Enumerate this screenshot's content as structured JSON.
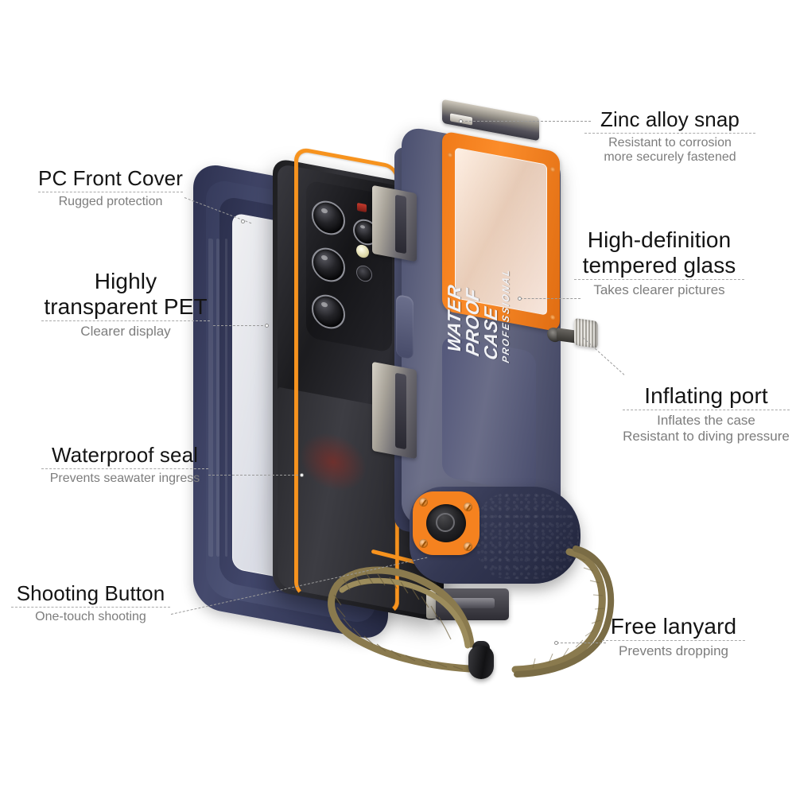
{
  "product": {
    "brand_logo": {
      "line1": "WATER",
      "line2": "PROOF",
      "line3": "CASE",
      "line4": "PROFESSIONAL"
    },
    "colors": {
      "case_navy": "#6d7089",
      "case_navy_dark": "#2d3150",
      "accent_orange": "#f5821f",
      "seal_orange": "#f7931e",
      "metal_silver": "#cfc9bd",
      "lanyard_khaki": "#8a7a4e",
      "phone_black": "#1d1d1f",
      "title_text": "#141414",
      "sub_text": "#7d7d7d",
      "leader_line": "#9a9a9a",
      "background": "#ffffff"
    }
  },
  "callouts": [
    {
      "id": "zinc-alloy-snap",
      "title": "Zinc alloy snap",
      "sub": "Resistant to corrosion\nmore securely fastened"
    },
    {
      "id": "high-definition-tempered-glass",
      "title": "High-definition\ntempered glass",
      "sub": "Takes clearer pictures"
    },
    {
      "id": "inflating-port",
      "title": "Inflating port",
      "sub": "Inflates the case\nResistant to diving pressure"
    },
    {
      "id": "free-lanyard",
      "title": "Free lanyard",
      "sub": "Prevents dropping"
    },
    {
      "id": "pc-front-cover",
      "title": "PC Front Cover",
      "sub": "Rugged protection"
    },
    {
      "id": "highly-transparent-pet",
      "title": "Highly\ntransparent PET",
      "sub": "Clearer display"
    },
    {
      "id": "waterproof-seal",
      "title": "Waterproof seal",
      "sub": "Prevents seawater ingress"
    },
    {
      "id": "shooting-button",
      "title": "Shooting Button",
      "sub": "One-touch shooting"
    }
  ]
}
